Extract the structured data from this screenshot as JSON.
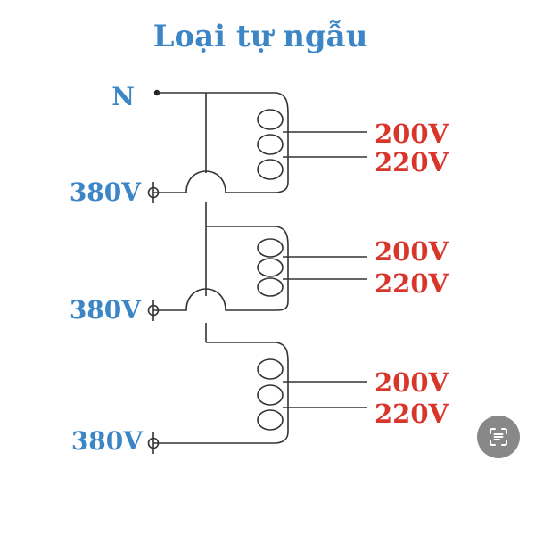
{
  "title": "Loại tự ngẫu",
  "neutral_label": "N",
  "phase_labels": [
    "380V",
    "380V",
    "380V"
  ],
  "tap_labels": [
    {
      "upper": "200V",
      "lower": "220V"
    },
    {
      "upper": "200V",
      "lower": "220V"
    },
    {
      "upper": "200V",
      "lower": "220V"
    }
  ],
  "colors": {
    "title": "#3d86c6",
    "input_label": "#3d86c6",
    "output_label": "#d8362b",
    "wire": "#333333"
  },
  "scan_button": {
    "icon": "text-scan-icon"
  }
}
